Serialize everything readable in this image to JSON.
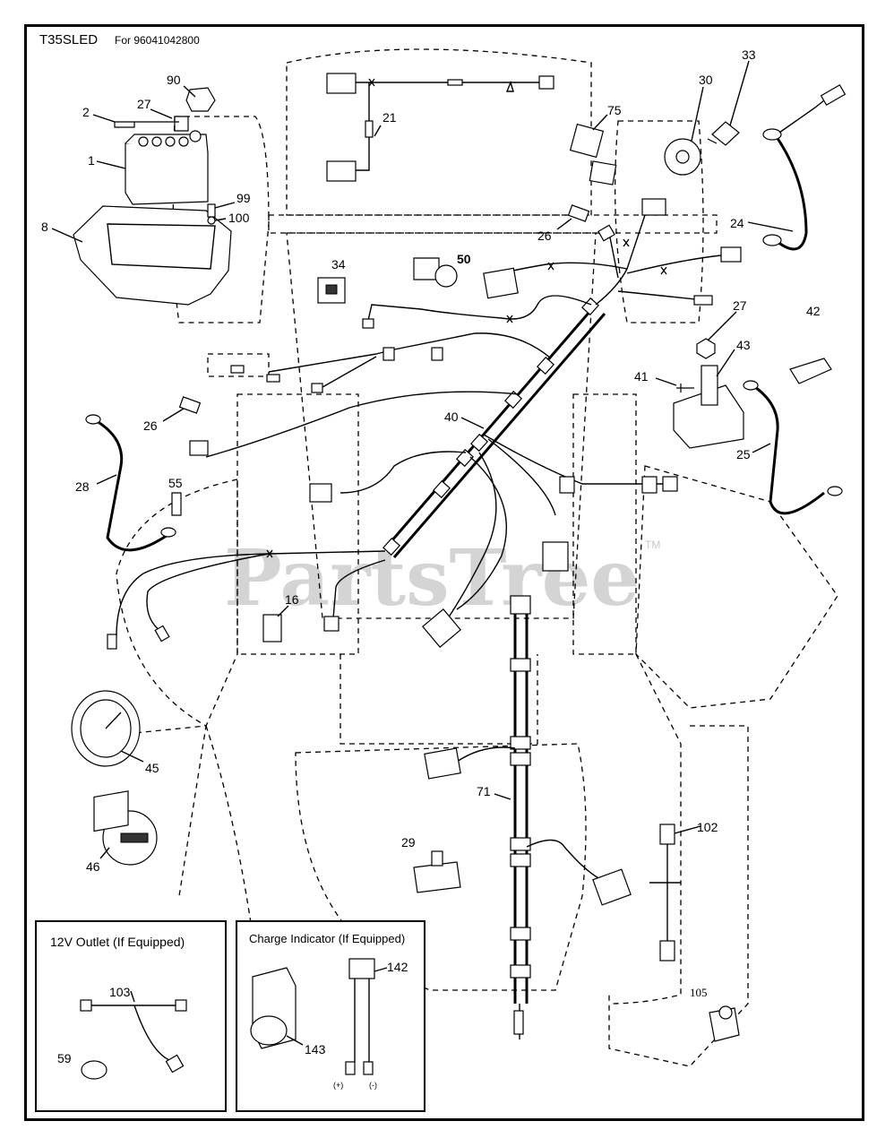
{
  "header": {
    "model": "T35SLED",
    "subtitle": "For 96041042800"
  },
  "watermark": {
    "text": "PartsTree",
    "tm": "TM"
  },
  "callouts": {
    "c90": "90",
    "c2": "2",
    "c27a": "27",
    "c1": "1",
    "c99": "99",
    "c100": "100",
    "c8": "8",
    "c21": "21",
    "c75": "75",
    "c30": "30",
    "c33": "33",
    "c24": "24",
    "c26a": "26",
    "c34": "34",
    "c50": "50",
    "c27b": "27",
    "c42": "42",
    "c43": "43",
    "c41": "41",
    "c25": "25",
    "c26b": "26",
    "c40": "40",
    "c28": "28",
    "c55": "55",
    "c16": "16",
    "c45": "45",
    "c71": "71",
    "c29": "29",
    "c102": "102",
    "c46": "46",
    "c103": "103",
    "c59": "59",
    "c142": "142",
    "c143": "143",
    "c105": "105"
  },
  "insets": {
    "outlet": {
      "title": "12V Outlet (If Equipped)"
    },
    "charge": {
      "title": "Charge Indicator (If Equipped)",
      "plus": "(+)",
      "minus": "(-)"
    }
  }
}
